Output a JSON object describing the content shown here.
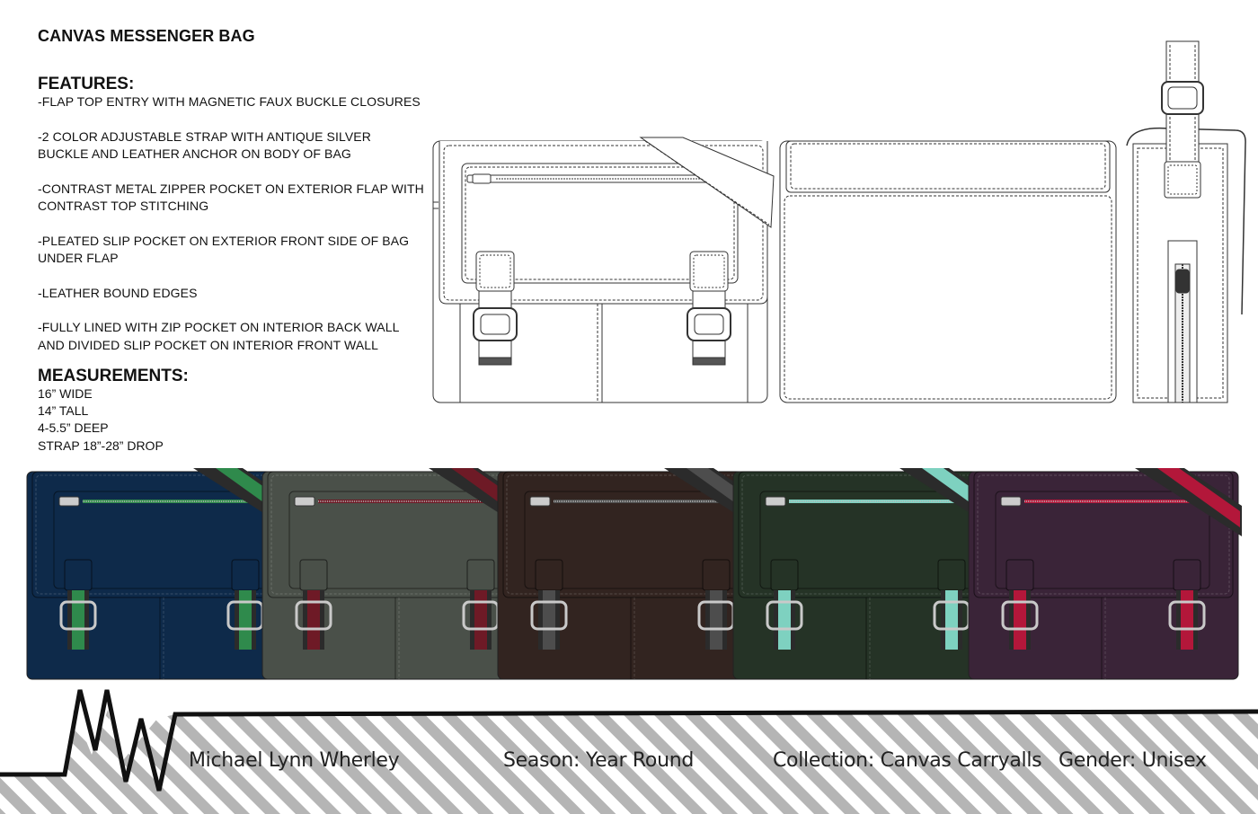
{
  "title": "CANVAS MESSENGER BAG",
  "features": {
    "heading": "FEATURES:",
    "items": [
      "-FLAP TOP ENTRY WITH MAGNETIC FAUX BUCKLE CLOSURES",
      "-2 COLOR ADJUSTABLE STRAP WITH ANTIQUE SILVER BUCKLE AND LEATHER ANCHOR ON BODY OF BAG",
      "-CONTRAST METAL ZIPPER POCKET ON EXTERIOR FLAP WITH CONTRAST TOP STITCHING",
      "-PLEATED SLIP POCKET ON EXTERIOR FRONT SIDE OF BAG UNDER FLAP",
      "-LEATHER BOUND EDGES",
      "-FULLY LINED WITH ZIP POCKET ON INTERIOR BACK WALL AND DIVIDED SLIP POCKET ON INTERIOR FRONT WALL"
    ]
  },
  "measurements": {
    "heading": "MEASUREMENTS:",
    "items": [
      "16” WIDE",
      "14” TALL",
      "4-5.5” DEEP",
      "STRAP 18”-28” DROP"
    ]
  },
  "colorways": [
    {
      "body": "#0e2a4a",
      "accent": "#2f8a4c"
    },
    {
      "body": "#4a5049",
      "accent": "#6e1a26"
    },
    {
      "body": "#322420",
      "accent": "#4d4d4d"
    },
    {
      "body": "#253326",
      "accent": "#7ed1c0"
    },
    {
      "body": "#3a2438",
      "accent": "#b3173a"
    }
  ],
  "footer": {
    "designer": "Michael Lynn Wherley",
    "season": "Season: Year Round",
    "collection": "Collection: Canvas Carryalls",
    "gender": "Gender: Unisex"
  }
}
